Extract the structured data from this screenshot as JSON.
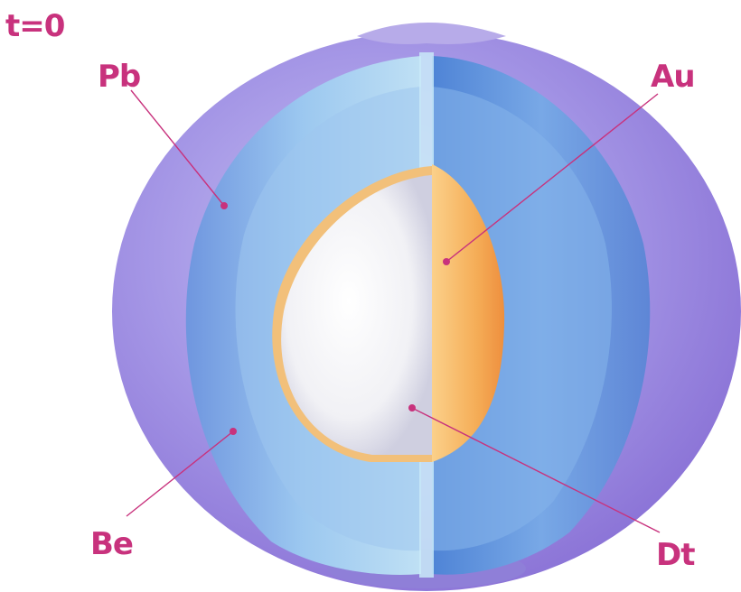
{
  "time_label": "t=0",
  "labels": {
    "pb": "Pb",
    "au": "Au",
    "be": "Be",
    "dt": "Dt"
  },
  "colors": {
    "label": "#c8327d",
    "outer_shell": "#a08ee0",
    "beryllium": "#7eaee8",
    "gold": "#f5b45e",
    "fuel": "#f4f4f6"
  }
}
